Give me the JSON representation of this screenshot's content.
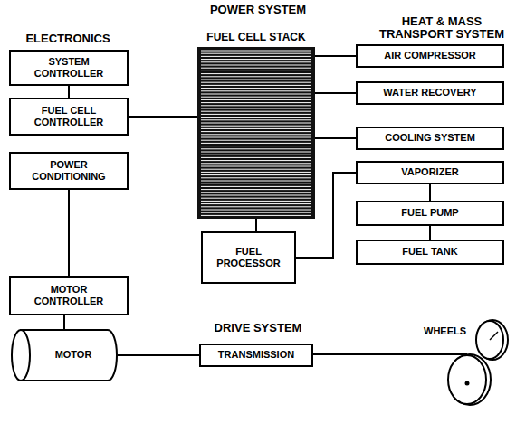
{
  "diagram": {
    "nodes": [
      {
        "text": [
          "SYSTEM CONTROLLER"
        ]
      },
      {
        "text": [
          "FUEL CELL STACK"
        ]
      },
      {
        "text": [
          "AIR COMPRESSOR"
        ]
      },
      {
        "text": [
          "FUEL CELL CONTROLLER"
        ]
      },
      {
        "text": [
          "WATER RECOVERY"
        ]
      },
      {
        "text": [
          "COOLING SYSTEM"
        ]
      },
      {
        "text": [
          "POWER CONDITIONING"
        ]
      },
      {
        "text": [
          "VAPORIZER"
        ]
      },
      {
        "text": [
          "FUEL PROCESSOR"
        ]
      },
      {
        "text": [
          "FUEL PUMP"
        ]
      },
      {
        "text": [
          "FUEL TANK"
        ]
      },
      {
        "text": [
          "MOTOR CONTROLLER"
        ]
      },
      {
        "text": [
          "MOTOR"
        ]
      },
      {
        "text": [
          "TRANSMISSION"
        ]
      },
      {
        "text": [
          "WHEELS"
        ]
      }
    ],
    "edges": [
      {
        "from": 0,
        "to": 3,
        "arrow": "none"
      },
      {
        "from": 3,
        "to": 1,
        "arrow": "none"
      },
      {
        "from": 1,
        "to": 2,
        "arrow": "none"
      },
      {
        "from": 1,
        "to": 4,
        "arrow": "none"
      },
      {
        "from": 1,
        "to": 5,
        "arrow": "none"
      },
      {
        "from": 1,
        "to": 8,
        "arrow": "none"
      },
      {
        "from": 8,
        "to": 7,
        "arrow": "none"
      },
      {
        "from": 7,
        "to": 9,
        "arrow": "none"
      },
      {
        "from": 9,
        "to": 10,
        "arrow": "none"
      },
      {
        "from": 6,
        "to": 11,
        "arrow": "none"
      },
      {
        "from": 11,
        "to": 12,
        "arrow": "none"
      },
      {
        "from": 12,
        "to": 13,
        "arrow": "none"
      },
      {
        "from": 13,
        "to": 14,
        "arrow": "none"
      }
    ],
    "labels": [
      "POWER SYSTEM",
      "ELECTRONICS",
      "HEAT & MASS TRANSPORT SYSTEM",
      "DRIVE SYSTEM"
    ]
  }
}
